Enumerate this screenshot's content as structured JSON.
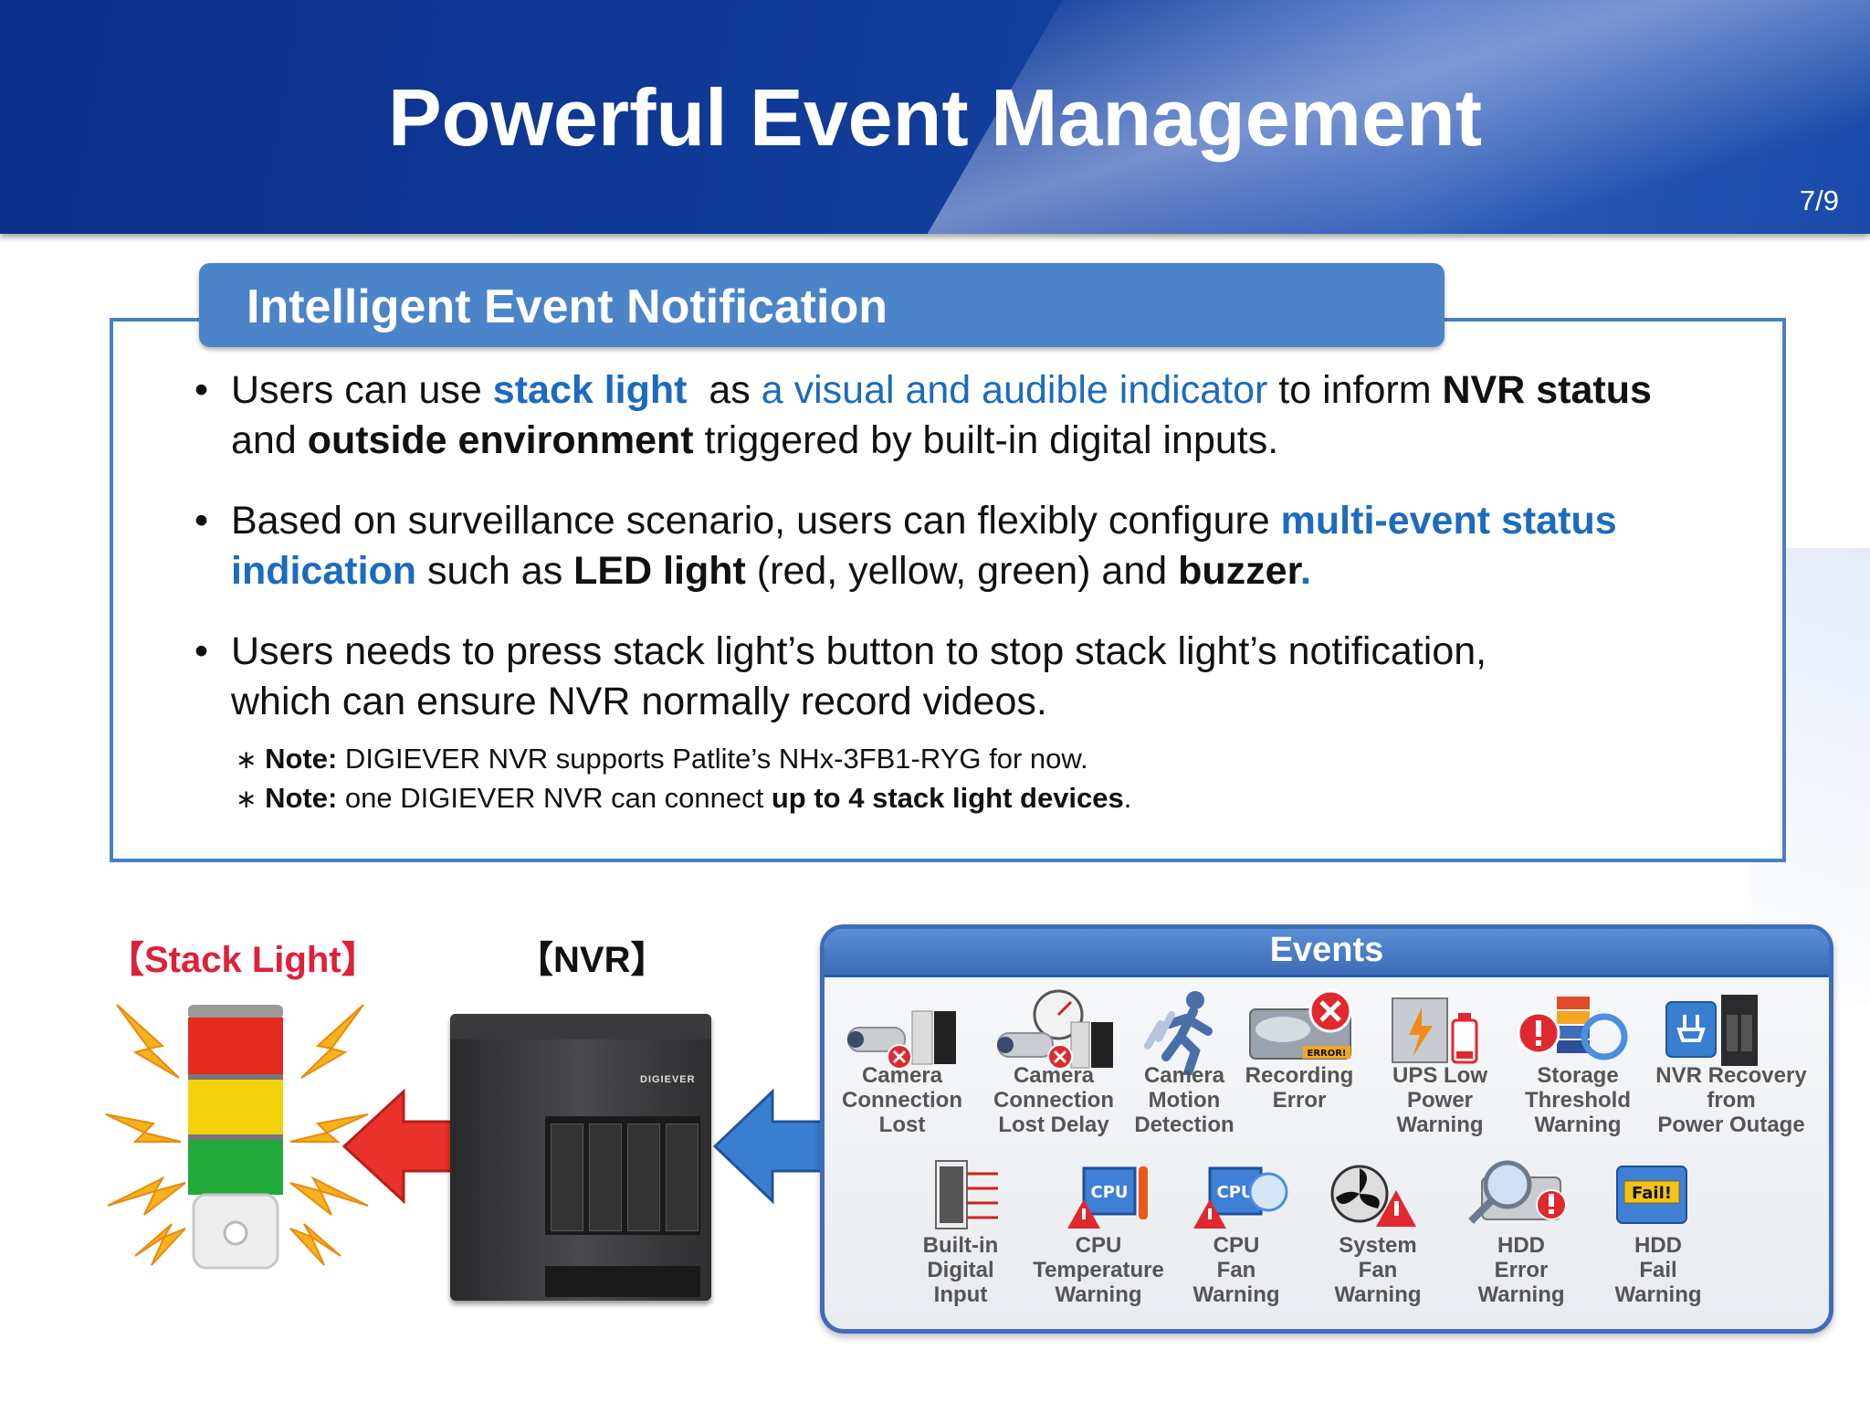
{
  "header": {
    "title": "Powerful Event Management",
    "page_number": "7/9"
  },
  "notification": {
    "tab_title": "Intelligent Event Notification",
    "bullet_symbol": "•",
    "bullet1": {
      "a": "Users can use ",
      "b": "stack light",
      "c": "  as ",
      "d": "a visual and audible indicator",
      "e": " to inform ",
      "f": "NVR status",
      "g": "and ",
      "h": "outside environment",
      "i": " triggered by built-in digital inputs."
    },
    "bullet2": {
      "a": "Based on surveillance scenario, users can flexibly configure ",
      "b": "multi-event status",
      "c": "indication",
      "d": " such as ",
      "e": "LED light",
      "f": " (red, yellow, green) and ",
      "g": "buzzer",
      "h": "."
    },
    "bullet3": {
      "line1": "Users needs to press stack light’s button to stop stack light’s notification,",
      "line2": "which can ensure NVR normally record videos."
    },
    "notes": {
      "star": "∗",
      "note1_label": "Note:",
      "note1_text": " DIGIEVER NVR supports Patlite’s NHx-3FB1-RYG for now.",
      "note2_label": "Note:",
      "note2_text_a": " one DIGIEVER NVR can connect ",
      "note2_text_b": "up to 4 stack light devices",
      "note2_text_c": "."
    }
  },
  "diagram": {
    "stack_label": "【Stack Light】",
    "nvr_label": "【NVR】",
    "nvr_brand": "DIGIEVER"
  },
  "events": {
    "title": "Events",
    "row1": [
      {
        "l1": "Camera",
        "l2": "Connection",
        "l3": "Lost",
        "icon": "camera-disconnect-icon"
      },
      {
        "l1": "Camera",
        "l2": "Connection",
        "l3": "Lost Delay",
        "icon": "camera-delay-icon"
      },
      {
        "l1": "Camera",
        "l2": "Motion",
        "l3": "Detection",
        "icon": "motion-icon"
      },
      {
        "l1": "Recording",
        "l2": "Error",
        "l3": "",
        "icon": "recording-error-icon",
        "badge": "ERROR!"
      },
      {
        "l1": "UPS Low",
        "l2": "Power",
        "l3": "Warning",
        "icon": "ups-low-power-icon"
      },
      {
        "l1": "Storage",
        "l2": "Threshold",
        "l3": "Warning",
        "icon": "storage-threshold-icon"
      },
      {
        "l1": "NVR Recovery",
        "l2": "from",
        "l3": "Power Outage",
        "icon": "nvr-recovery-icon"
      }
    ],
    "row2": [
      {
        "l1": "Built-in",
        "l2": "Digital",
        "l3": "Input",
        "icon": "digital-input-icon"
      },
      {
        "l1": "CPU",
        "l2": "Temperature",
        "l3": "Warning",
        "icon": "cpu-temperature-icon",
        "badge": "CPU"
      },
      {
        "l1": "CPU",
        "l2": "Fan",
        "l3": "Warning",
        "icon": "cpu-fan-icon",
        "badge": "CPU"
      },
      {
        "l1": "System",
        "l2": "Fan",
        "l3": "Warning",
        "icon": "system-fan-icon"
      },
      {
        "l1": "HDD",
        "l2": "Error",
        "l3": "Warning",
        "icon": "hdd-error-icon"
      },
      {
        "l1": "HDD",
        "l2": "Fail",
        "l3": "Warning",
        "icon": "hdd-fail-icon",
        "badge": "Fail!"
      }
    ]
  },
  "colors": {
    "header_blue": "#123e9c",
    "accent_blue": "#1b6bbf",
    "box_border": "#4a7fc2",
    "stack_label_red": "#e0203a"
  }
}
